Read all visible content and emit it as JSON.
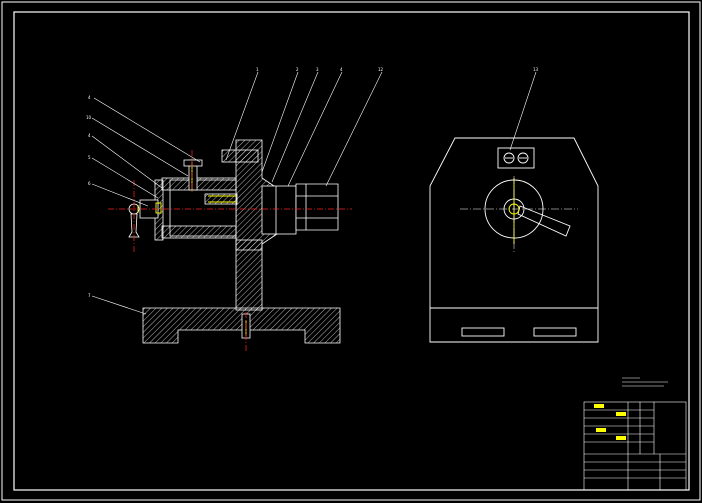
{
  "colors": {
    "background": "#000000",
    "line": "#ffffff",
    "centerline": "#ff2020",
    "highlight": "#ffff00",
    "hatch": "#ffffff"
  },
  "callouts": {
    "front": [
      "1",
      "2",
      "3",
      "4",
      "12",
      "4",
      "10",
      "4",
      "5",
      "6",
      "7"
    ],
    "side": [
      "13"
    ]
  }
}
